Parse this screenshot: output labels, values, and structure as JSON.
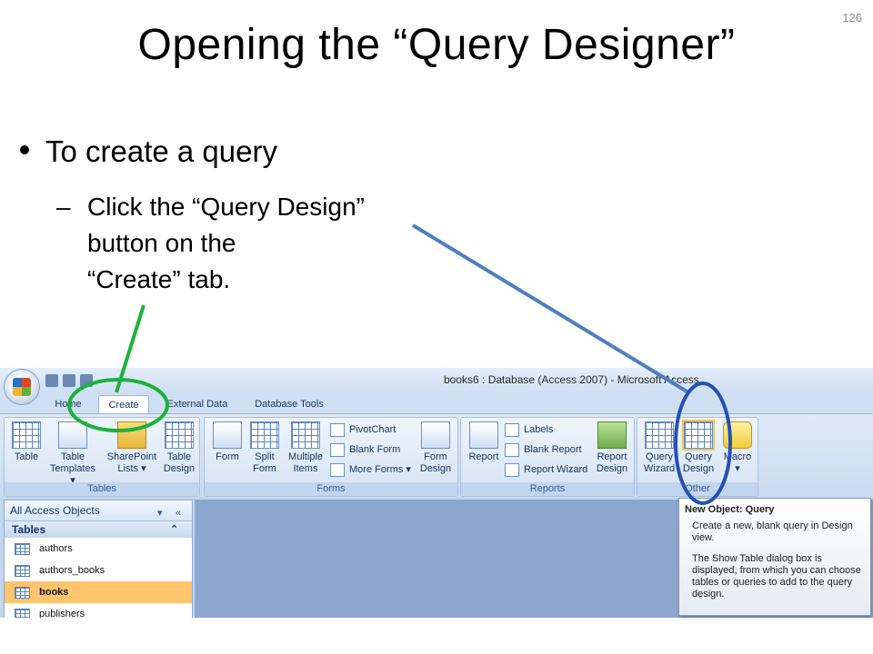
{
  "slide": {
    "number": "126",
    "title": "Opening the “Query Designer”",
    "bullet": "To create a query",
    "sub_lines": [
      "Click the “Query Design”",
      "button on the",
      "“Create” tab."
    ]
  },
  "window": {
    "title": "books6 : Database (Access 2007) - Microsoft Access"
  },
  "tabs": [
    {
      "label": "Home"
    },
    {
      "label": "Create"
    },
    {
      "label": "External Data"
    },
    {
      "label": "Database Tools"
    }
  ],
  "groups": {
    "tables": {
      "label": "Tables",
      "buttons": [
        {
          "line1": "Table",
          "line2": ""
        },
        {
          "line1": "Table",
          "line2": "Templates ▾"
        },
        {
          "line1": "SharePoint",
          "line2": "Lists ▾"
        },
        {
          "line1": "Table",
          "line2": "Design"
        }
      ]
    },
    "forms": {
      "label": "Forms",
      "buttons": [
        {
          "line1": "Form",
          "line2": ""
        },
        {
          "line1": "Split",
          "line2": "Form"
        },
        {
          "line1": "Multiple",
          "line2": "Items"
        },
        {
          "line1": "Form",
          "line2": "Design"
        }
      ],
      "small": [
        "PivotChart",
        "Blank Form",
        "More Forms ▾"
      ]
    },
    "reports": {
      "label": "Reports",
      "buttons": [
        {
          "line1": "Report",
          "line2": ""
        },
        {
          "line1": "Report",
          "line2": "Design"
        }
      ],
      "small": [
        "Labels",
        "Blank Report",
        "Report Wizard"
      ]
    },
    "other": {
      "label": "Other",
      "buttons": [
        {
          "line1": "Query",
          "line2": "Wizard"
        },
        {
          "line1": "Query",
          "line2": "Design"
        },
        {
          "line1": "Macro",
          "line2": "▾"
        }
      ]
    }
  },
  "nav": {
    "header": "All Access Objects",
    "section": "Tables",
    "items": [
      "authors",
      "authors_books",
      "books",
      "publishers"
    ],
    "selected": "books"
  },
  "tooltip": {
    "title": "New Object: Query",
    "p1": "Create a new, blank query in Design view.",
    "p2": "The Show Table dialog box is displayed, from which you can choose tables or queries to add to the query design."
  },
  "colors": {
    "callout_green": "#1db13c",
    "callout_blue": "#2450b8",
    "arrow_blue": "#4f7fc0",
    "selected_item": "#ffc46e"
  }
}
